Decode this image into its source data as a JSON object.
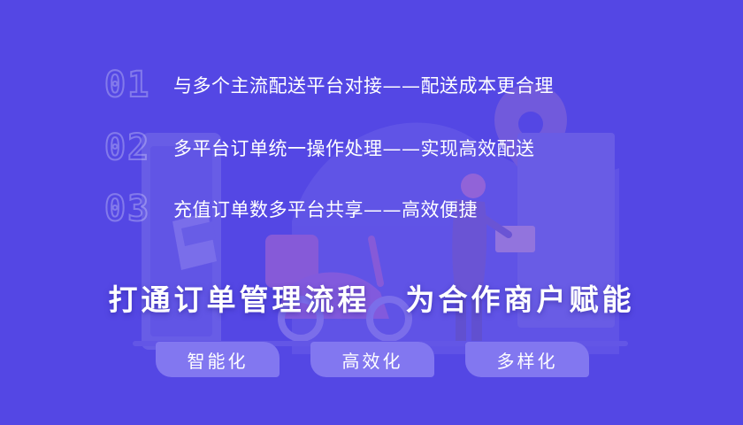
{
  "features": [
    {
      "number": "01",
      "text": "与多个主流配送平台对接——配送成本更合理"
    },
    {
      "number": "02",
      "text": "多平台订单统一操作处理——实现高效配送"
    },
    {
      "number": "03",
      "text": "充值订单数多平台共享——高效便捷"
    }
  ],
  "headline": {
    "left": "打通订单管理流程",
    "right": "为合作商户赋能"
  },
  "tags": [
    "智能化",
    "高效化",
    "多样化"
  ],
  "colors": {
    "background": "#5447e4",
    "tag_fill": "#8277f0",
    "illustration": "#6b5fe8"
  }
}
